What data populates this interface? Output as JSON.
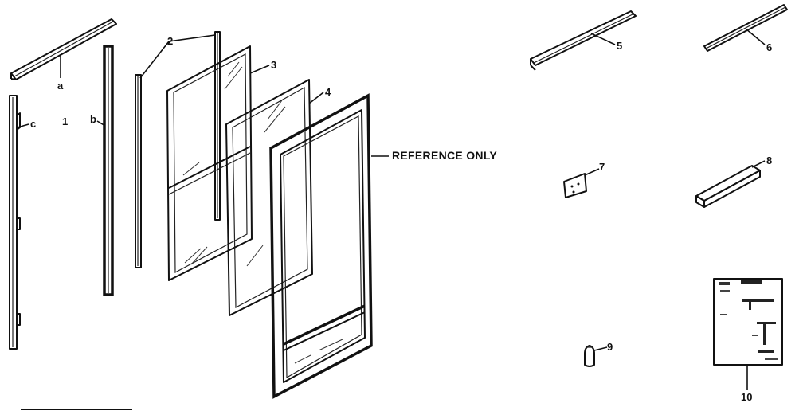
{
  "labels": {
    "p1": "1",
    "pa": "a",
    "pb": "b",
    "pc": "c",
    "p2": "2",
    "p3": "3",
    "p4": "4",
    "p5": "5",
    "p6": "6",
    "p7": "7",
    "p8": "8",
    "p9": "9",
    "p10": "10"
  },
  "callouts": {
    "reference": "REFERENCE ONLY"
  }
}
